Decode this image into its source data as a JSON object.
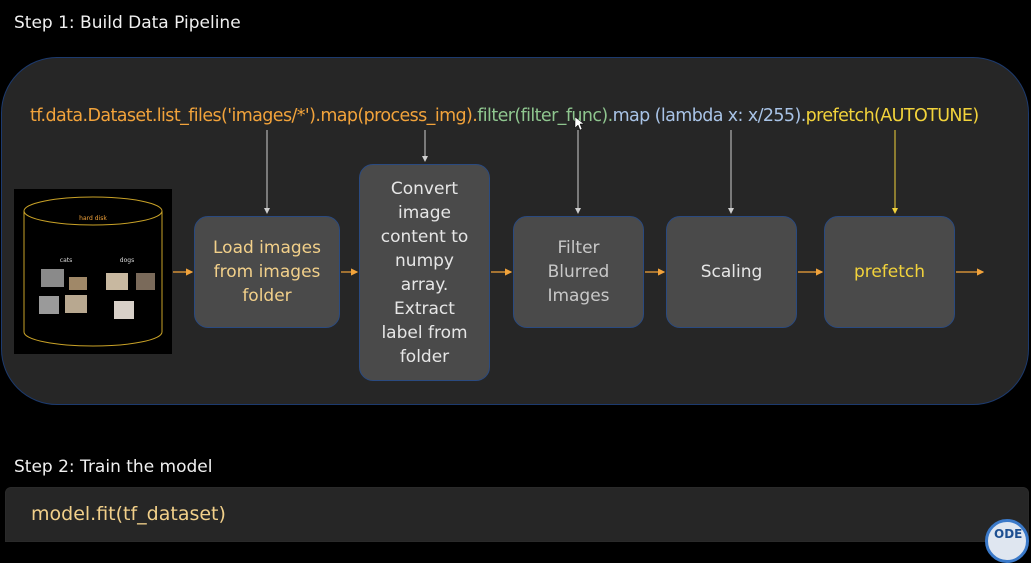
{
  "step1": {
    "title": "Step 1: Build Data Pipeline"
  },
  "code": {
    "part1": "tf.data.Dataset.list_files('images/*').map(process_img).",
    "part2": "filter(filter_func).",
    "part3": "map (lambda x: x/255).",
    "part4": "prefetch(AUTOTUNE)"
  },
  "disk": {
    "label": "hard disk",
    "group_cats": "cats",
    "group_dogs": "dogs"
  },
  "steps": [
    {
      "label": "Load images\nfrom images\nfolder"
    },
    {
      "label": "Convert\nimage\ncontent to\nnumpy\narray.\nExtract\nlabel from\nfolder"
    },
    {
      "label": "Filter\nBlurred\nImages"
    },
    {
      "label": "Scaling"
    },
    {
      "label": "prefetch"
    }
  ],
  "step2": {
    "title": "Step 2: Train the model",
    "code": "model.fit(tf_dataset)"
  },
  "logo": {
    "text": "ODE"
  },
  "colors": {
    "orange": "#f2a33b",
    "green": "#8fc68f",
    "blue": "#a8c3e6",
    "yellow": "#f2d33b",
    "panel": "#262626",
    "box": "#4a4a4a",
    "border": "#2a4a80"
  }
}
